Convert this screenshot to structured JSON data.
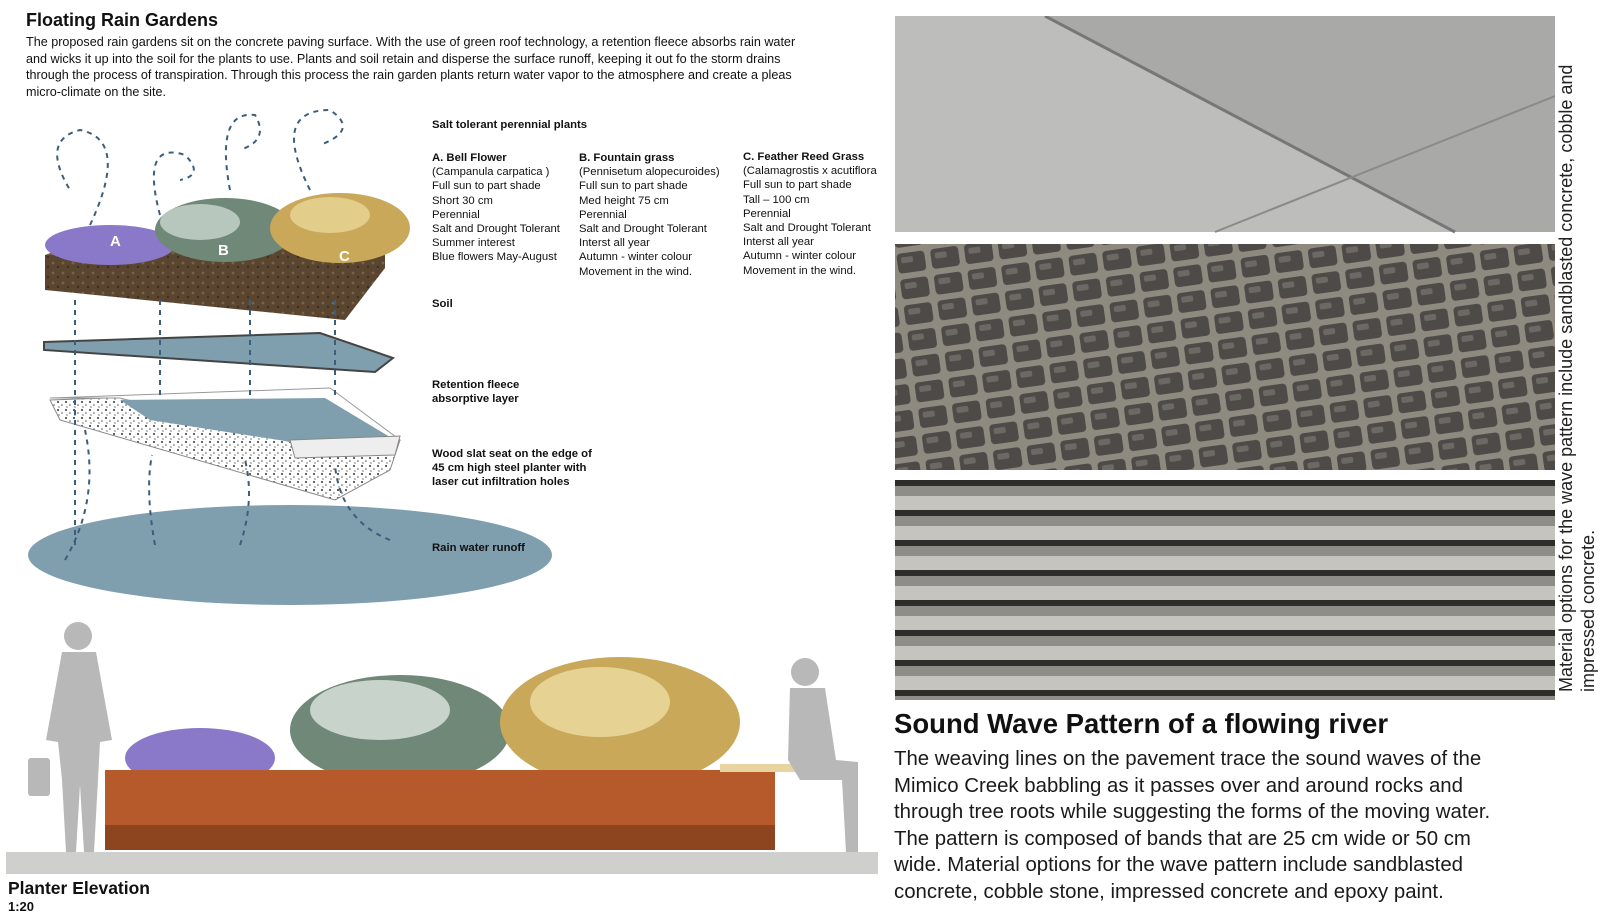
{
  "header": {
    "title": "Floating Rain Gardens",
    "intro_lines": [
      "The proposed rain gardens sit on the concrete paving surface. With the use of green roof technology, a retention fleece absorbs rain water",
      "and wicks it up into the soil for the plants to use.  Plants and soil retain and disperse the surface runoff, keeping it out fo the storm drains",
      "through the process of transpiration.  Through this process the rain garden plants return water vapor to the atmosphere and create a pleas",
      "micro-climate on the site."
    ]
  },
  "diagram": {
    "plant_marker_a": "A",
    "plant_marker_b": "B",
    "plant_marker_c": "C",
    "salt_heading": "Salt tolerant perennial plants",
    "plants": [
      {
        "heading": "A. Bell Flower",
        "lines": [
          "(Campanula carpatica )",
          "Full sun to part shade",
          "Short 30 cm",
          "Perennial",
          "Salt and Drought Tolerant",
          "Summer interest",
          "Blue flowers May-August"
        ]
      },
      {
        "heading": "B. Fountain grass",
        "lines": [
          "(Pennisetum alopecuroides)",
          "Full sun to part shade",
          "Med height 75 cm",
          "Perennial",
          "Salt and Drought Tolerant",
          "Interst all year",
          "Autumn - winter colour",
          "Movement in the wind."
        ]
      },
      {
        "heading": "C. Feather Reed Grass",
        "lines": [
          "(Calamagrostis x acutiflora",
          "Full sun to part shade",
          "Tall – 100 cm",
          "Perennial",
          "Salt and Drought Tolerant",
          "Interst all year",
          "Autumn - winter colour",
          "Movement in the wind."
        ]
      }
    ],
    "soil_label": "Soil",
    "fleece_label": [
      "Retention fleece",
      "absorptive layer"
    ],
    "seat_label": [
      "Wood slat seat on the edge of",
      "45 cm high steel planter with",
      "laser cut infiltration holes"
    ],
    "runoff_label": "Rain water runoff"
  },
  "materials": {
    "vertical_caption_lines": [
      "Material options for the wave pattern include sandblasted concrete, cobble and",
      "impressed concrete."
    ]
  },
  "sound_wave": {
    "title": "Sound Wave Pattern of a flowing river",
    "body_lines": [
      "The weaving lines on the pavement trace the sound waves of the",
      "Mimico Creek babbling as it passes over and around rocks and",
      "through tree roots while suggesting the forms of the moving water.",
      "The pattern is composed of bands that are 25 cm wide or 50 cm",
      "wide.  Material options for the wave pattern include sandblasted",
      "concrete, cobble stone, impressed concrete and epoxy paint."
    ]
  },
  "elevation": {
    "title": "Planter Elevation",
    "scale": "1:20"
  },
  "colors": {
    "water_blue": "#7f9fae",
    "corten": "#b65a2b",
    "concrete": "#cfcfcd",
    "lavender": "#8a78c8",
    "grass_gold": "#c9a85a"
  }
}
